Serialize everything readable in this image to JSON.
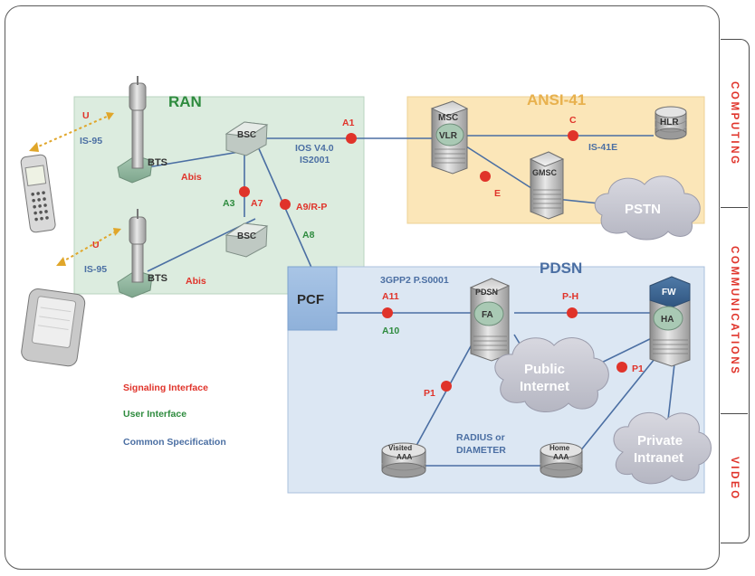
{
  "regions": {
    "ran": "RAN",
    "ansi": "ANSI-41",
    "pdsn": "PDSN"
  },
  "nodes": {
    "bsc_top": "BSC",
    "bsc_bottom": "BSC",
    "bts_top": "BTS",
    "bts_bottom": "BTS",
    "pcf": "PCF",
    "msc": "MSC",
    "vlr": "VLR",
    "gmsc": "GMSC",
    "hlr": "HLR",
    "pstn": "PSTN",
    "pdsn": "PDSN",
    "fa": "FA",
    "fw": "FW",
    "ha": "HA",
    "public_internet_1": "Public",
    "public_internet_2": "Internet",
    "private_intranet_1": "Private",
    "private_intranet_2": "Intranet",
    "visited_aaa_1": "Visited",
    "visited_aaa_2": "AAA",
    "home_aaa_1": "Home",
    "home_aaa_2": "AAA"
  },
  "interfaces": {
    "u_top": "U",
    "u_bottom": "U",
    "is95_top": "IS-95",
    "is95_bottom": "IS-95",
    "abis_top": "Abis",
    "abis_bottom": "Abis",
    "a1": "A1",
    "ios_1": "IOS V4.0",
    "ios_2": "IS2001",
    "a3": "A3",
    "a7": "A7",
    "a9": "A9/R-P",
    "a8": "A8",
    "c": "C",
    "is41e": "IS-41E",
    "e": "E",
    "p_s0001": "3GPP2 P.S0001",
    "a11": "A11",
    "a10": "A10",
    "ph": "P-H",
    "p1_left": "P1",
    "p1_right": "P1",
    "radius_1": "RADIUS or",
    "radius_2": "DIAMETER"
  },
  "legend": {
    "signaling": "Signaling Interface",
    "user": "User Interface",
    "common": "Common Specification"
  },
  "side_tabs": {
    "computing": "COMPUTING",
    "communications": "COMMUNICATIONS",
    "video": "VIDEO"
  },
  "colors": {
    "signaling_red": "#e0332a",
    "user_green": "#2e8b3e",
    "common_blue": "#4b6fa3",
    "ran_fill": "#dcecdf",
    "ansi_fill": "#fbe6b8",
    "pdsn_fill": "#dce7f3"
  }
}
